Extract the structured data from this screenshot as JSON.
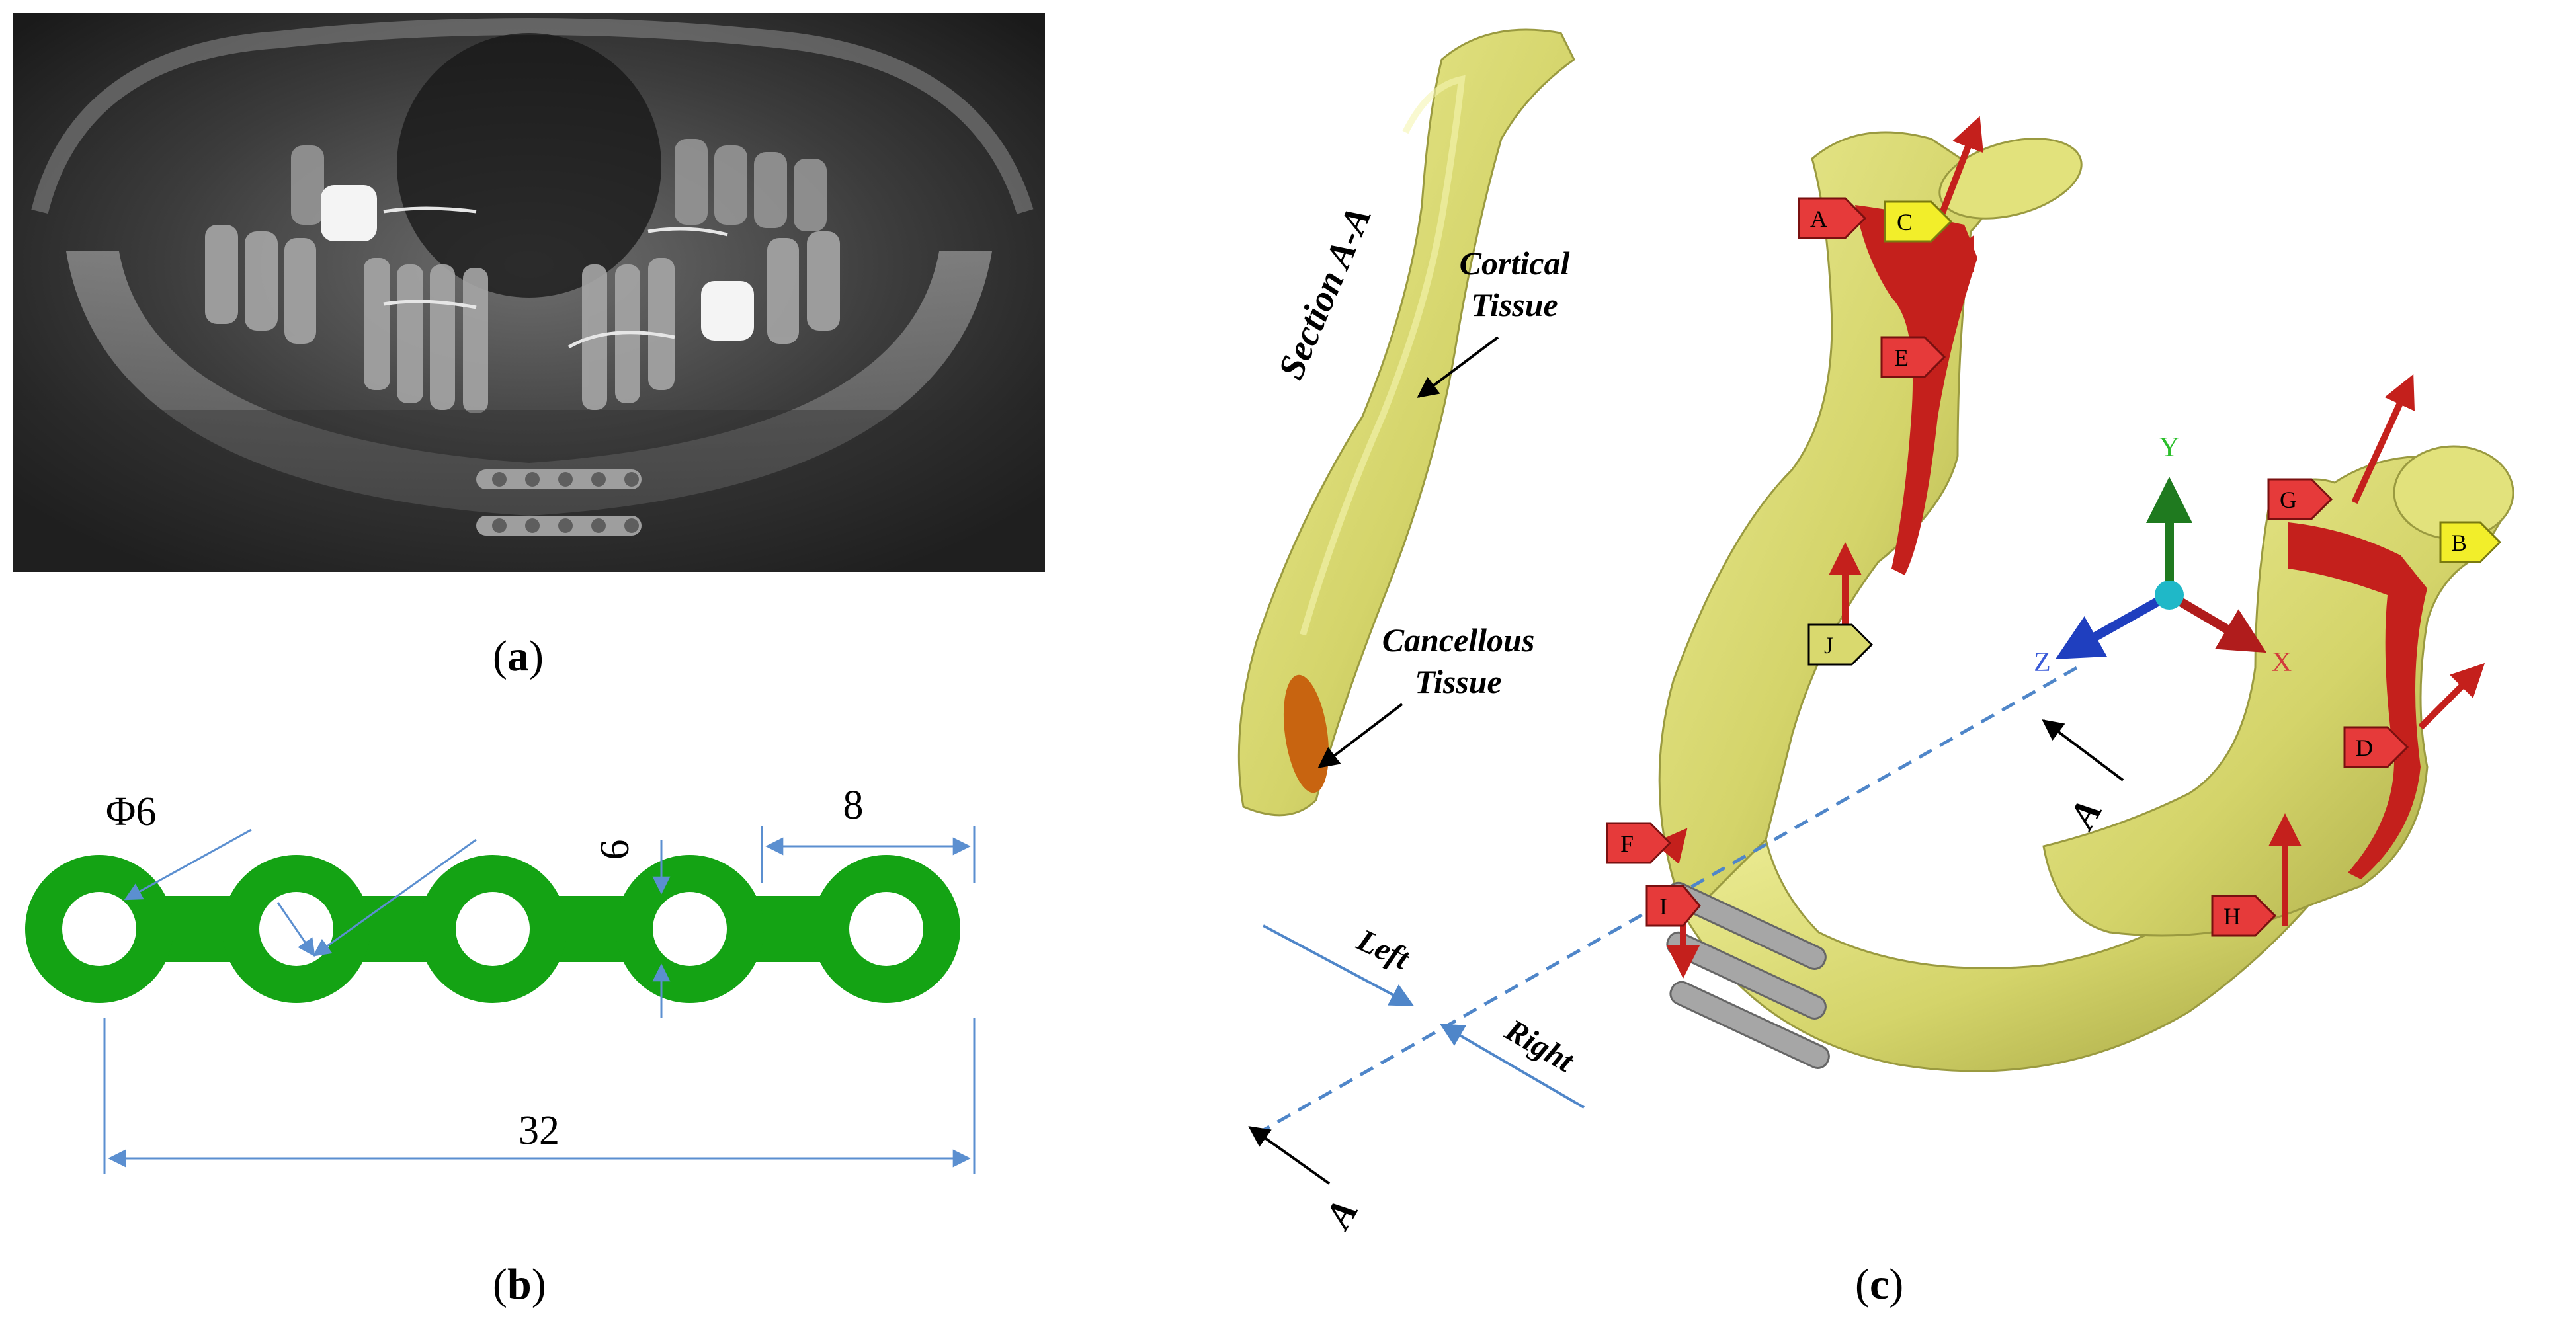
{
  "panel_a": {
    "caption_letter": "a"
  },
  "panel_b": {
    "caption_letter": "b",
    "dim_hole_diameter": "Φ6",
    "dim_hole_spacing": "8",
    "dim_plate_width": "6",
    "dim_total_length": "32",
    "plate_color": "#14a314"
  },
  "panel_c": {
    "caption_letter": "c",
    "section_title": "Section A-A",
    "cortical_label_line1": "Cortical",
    "cortical_label_line2": "Tissue",
    "cancellous_label_line1": "Cancellous",
    "cancellous_label_line2": "Tissue",
    "axis_y": "Y",
    "axis_z": "Z",
    "axis_x": "X",
    "section_marker_top": "A",
    "section_marker_bottom": "A",
    "left_label": "Left",
    "right_label": "Right",
    "tags": [
      "A",
      "B",
      "C",
      "D",
      "E",
      "F",
      "G",
      "H",
      "I",
      "J"
    ],
    "bone_color": "#d9d96e",
    "muscle_color": "#c4201c",
    "cancellous_color": "#c86410"
  }
}
